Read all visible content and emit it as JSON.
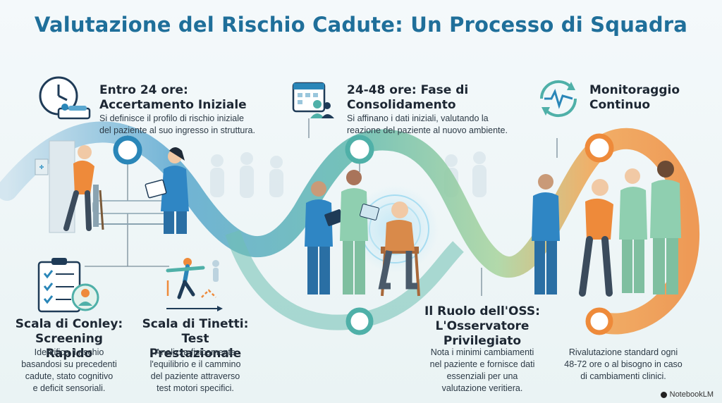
{
  "title": "Valutazione del Rischio Cadute: Un Processo di Squadra",
  "steps": [
    {
      "heading_l1": "Entro 24 ore:",
      "heading_l2": "Accertamento Iniziale",
      "desc_l1": "Si definisce il profilo di rischio iniziale",
      "desc_l2": "del paziente al suo ingresso in struttura."
    },
    {
      "heading_l1": "24-48 ore: Fase di",
      "heading_l2": "Consolidamento",
      "desc_l1": "Si affinano i dati iniziali, valutando la",
      "desc_l2": "reazione del paziente al nuovo ambiente."
    },
    {
      "heading_l1": "Monitoraggio",
      "heading_l2": "Continuo"
    }
  ],
  "tools": [
    {
      "heading_l1": "Scala di Conley:",
      "heading_l2": "Screening Rapido",
      "desc": [
        "Identifica il rischio",
        "basandosi su precedenti",
        "cadute, stato cognitivo",
        "e deficit sensoriali."
      ]
    },
    {
      "heading_l1": "Scala di Tinetti:",
      "heading_l2": "Test Prestazionale",
      "desc": [
        "Analizza fisicamente",
        "l'equilibrio e il cammino",
        "del paziente attraverso",
        "test motori specifici."
      ]
    },
    {
      "heading_l1": "Il Ruolo dell'OSS:",
      "heading_l2": "L'Osservatore",
      "heading_l3": "Privilegiato",
      "desc": [
        "Nota i minimi cambiamenti",
        "nel paziente e fornisce dati",
        "essenziali per una",
        "valutazione veritiera."
      ]
    },
    {
      "desc": [
        "Rivalutazione standard ogni",
        "48-72 ore o al bisogno in caso",
        "di cambiamenti clinici."
      ]
    }
  ],
  "brand": "NotebookLM",
  "colors": {
    "title": "#1f6f9a",
    "blue": "#2a86b8",
    "teal": "#4fb0a8",
    "green": "#8cc7a0",
    "orange": "#ee8a3a",
    "uniform_blue": "#2f86c4",
    "uniform_green": "#8fcfb0"
  },
  "icons": [
    "clock-bed-icon",
    "calendar-people-icon",
    "monitoring-cycle-icon",
    "checklist-icon",
    "balance-walk-icon"
  ]
}
